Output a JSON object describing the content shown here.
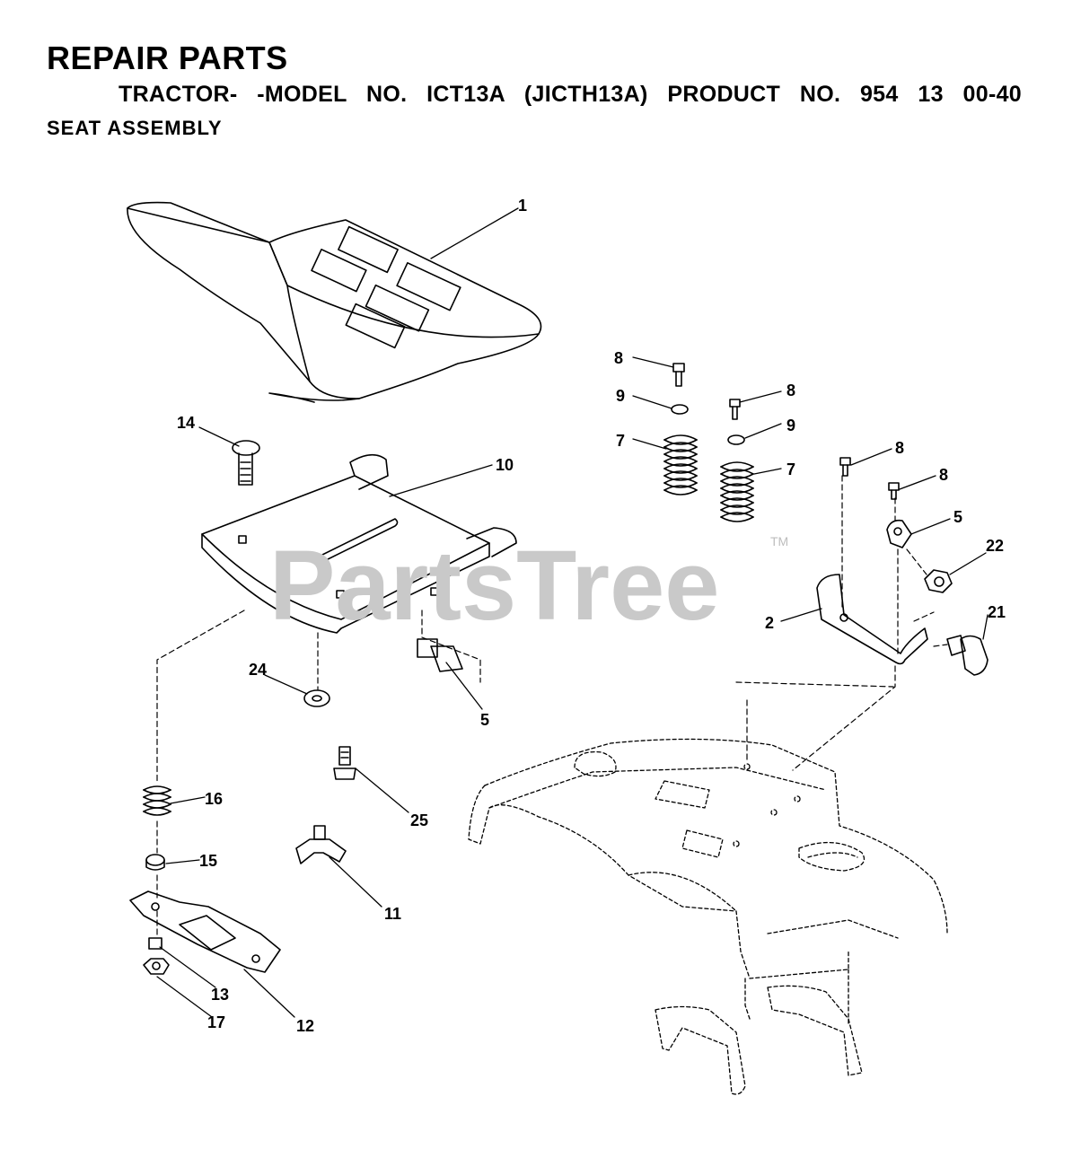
{
  "header": {
    "title": "REPAIR PARTS",
    "model_line": "TRACTOR- -MODEL NO. ICT13A (JICTH13A) PRODUCT NO. 954 13 00-40",
    "section": "SEAT ASSEMBLY"
  },
  "watermark": {
    "text": "PartsTree",
    "tm": "TM"
  },
  "callouts": [
    "1",
    "8",
    "9",
    "8",
    "9",
    "7",
    "7",
    "8",
    "8",
    "5",
    "22",
    "21",
    "2",
    "14",
    "10",
    "5",
    "24",
    "25",
    "16",
    "15",
    "11",
    "13",
    "17",
    "12"
  ]
}
